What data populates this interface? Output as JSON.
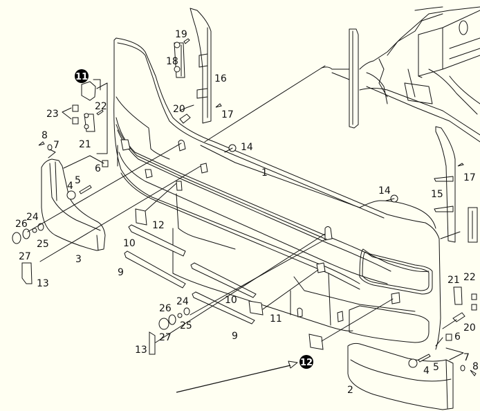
{
  "diagram": {
    "type": "exploded-parts-view",
    "subject": "front bumper / cab front panel assembly",
    "background_color": "#fffff2",
    "line_color": "#111111",
    "highlight_callout": {
      "number": "12",
      "badge_color": "#000000",
      "text_color": "#ffffff"
    },
    "labels": [
      {
        "id": "l1",
        "text": "1"
      },
      {
        "id": "l2",
        "text": "2"
      },
      {
        "id": "l3",
        "text": "3"
      },
      {
        "id": "l4a",
        "text": "4"
      },
      {
        "id": "l5a",
        "text": "5"
      },
      {
        "id": "l6a",
        "text": "6"
      },
      {
        "id": "l7a",
        "text": "7"
      },
      {
        "id": "l8a",
        "text": "8"
      },
      {
        "id": "l9a",
        "text": "9"
      },
      {
        "id": "l10a",
        "text": "10"
      },
      {
        "id": "l11a",
        "text": "11"
      },
      {
        "id": "l12a",
        "text": "12"
      },
      {
        "id": "l13a",
        "text": "13"
      },
      {
        "id": "l14a",
        "text": "14"
      },
      {
        "id": "l15",
        "text": "15"
      },
      {
        "id": "l16",
        "text": "16"
      },
      {
        "id": "l17a",
        "text": "17"
      },
      {
        "id": "l18",
        "text": "18"
      },
      {
        "id": "l19",
        "text": "19"
      },
      {
        "id": "l20a",
        "text": "20"
      },
      {
        "id": "l21a",
        "text": "21"
      },
      {
        "id": "l22a",
        "text": "22"
      },
      {
        "id": "l23",
        "text": "23"
      },
      {
        "id": "l24a",
        "text": "24"
      },
      {
        "id": "l25a",
        "text": "25"
      },
      {
        "id": "l26a",
        "text": "26"
      },
      {
        "id": "l27a",
        "text": "27"
      },
      {
        "id": "l13b",
        "text": "13"
      },
      {
        "id": "l9b",
        "text": "9"
      },
      {
        "id": "l10b",
        "text": "10"
      },
      {
        "id": "l11b",
        "text": "11"
      },
      {
        "id": "l24b",
        "text": "24"
      },
      {
        "id": "l25b",
        "text": "25"
      },
      {
        "id": "l26b",
        "text": "26"
      },
      {
        "id": "l27b",
        "text": "27"
      },
      {
        "id": "l14b",
        "text": "14"
      },
      {
        "id": "l17b",
        "text": "17"
      },
      {
        "id": "l21b",
        "text": "21"
      },
      {
        "id": "l22b",
        "text": "22"
      },
      {
        "id": "l20b",
        "text": "20"
      },
      {
        "id": "l6b",
        "text": "6"
      },
      {
        "id": "l7b",
        "text": "7"
      },
      {
        "id": "l8b",
        "text": "8"
      },
      {
        "id": "l5b",
        "text": "5"
      },
      {
        "id": "l4b",
        "text": "4"
      },
      {
        "id": "l12b",
        "text": "12"
      }
    ]
  }
}
